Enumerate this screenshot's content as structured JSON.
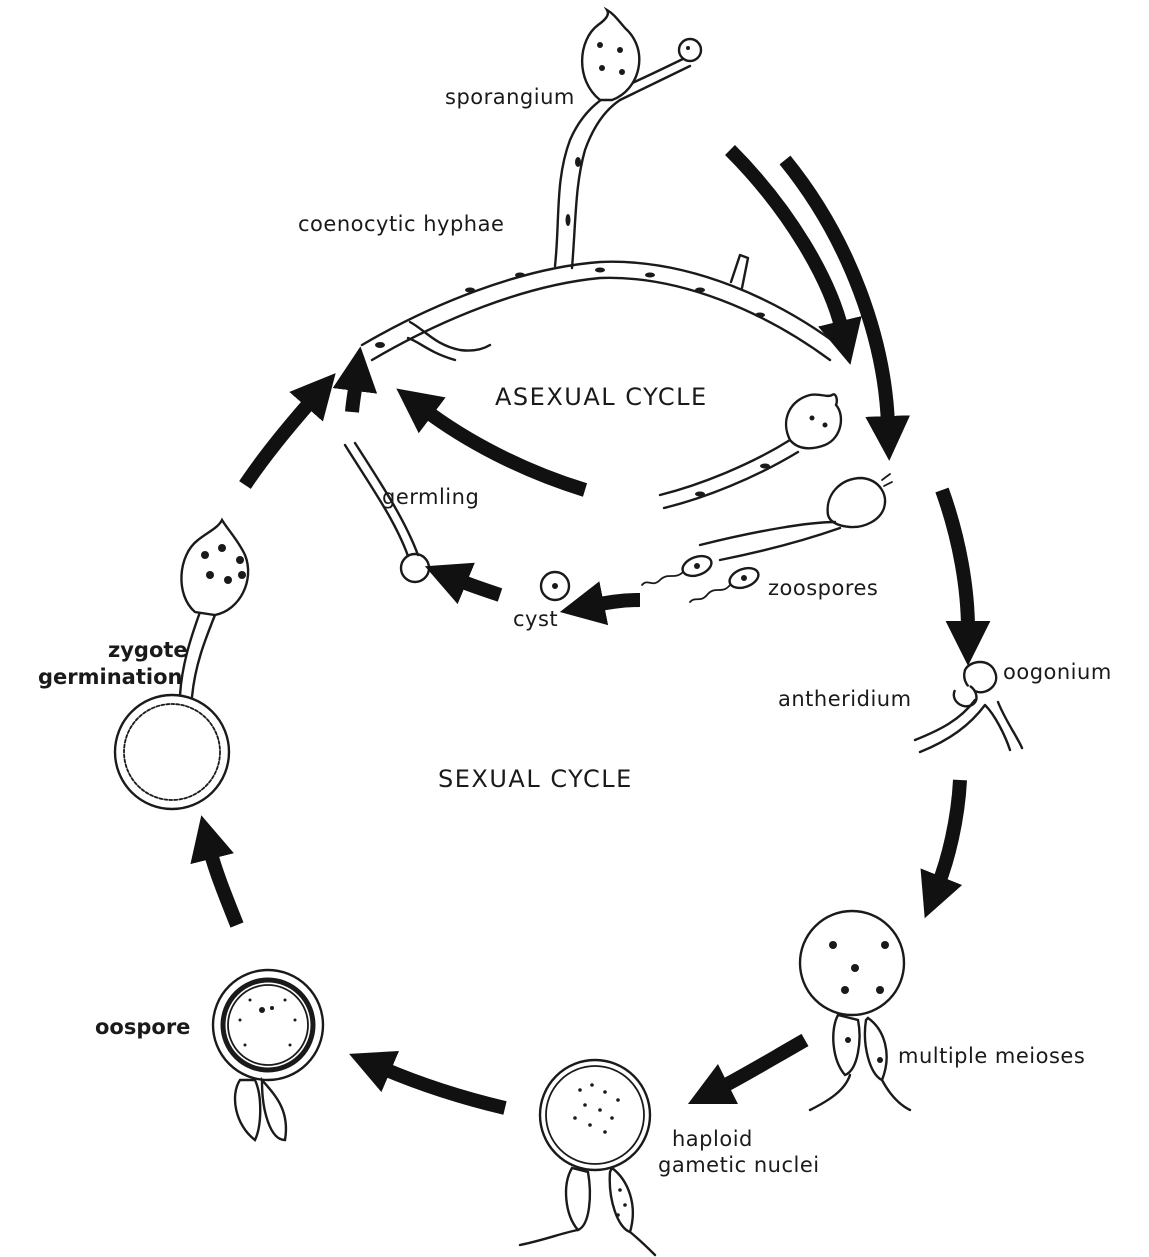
{
  "cycles": {
    "asexual": "ASEXUAL CYCLE",
    "sexual": "SEXUAL CYCLE"
  },
  "labels": {
    "sporangium": "sporangium",
    "coenocytic_hyphae": "coenocytic hyphae",
    "germling": "germling",
    "cyst": "cyst",
    "zoospores": "zoospores",
    "oogonium": "oogonium",
    "antheridium": "antheridium",
    "multiple_meioses": "multiple meioses",
    "haploid_line1": "haploid",
    "haploid_line2": "gametic nuclei",
    "oospore": "oospore",
    "zygote_line1": "zygote",
    "zygote_line2": "germination"
  },
  "colors": {
    "ink": "#1a1a1a",
    "arrow": "#111111",
    "background": "#ffffff"
  }
}
